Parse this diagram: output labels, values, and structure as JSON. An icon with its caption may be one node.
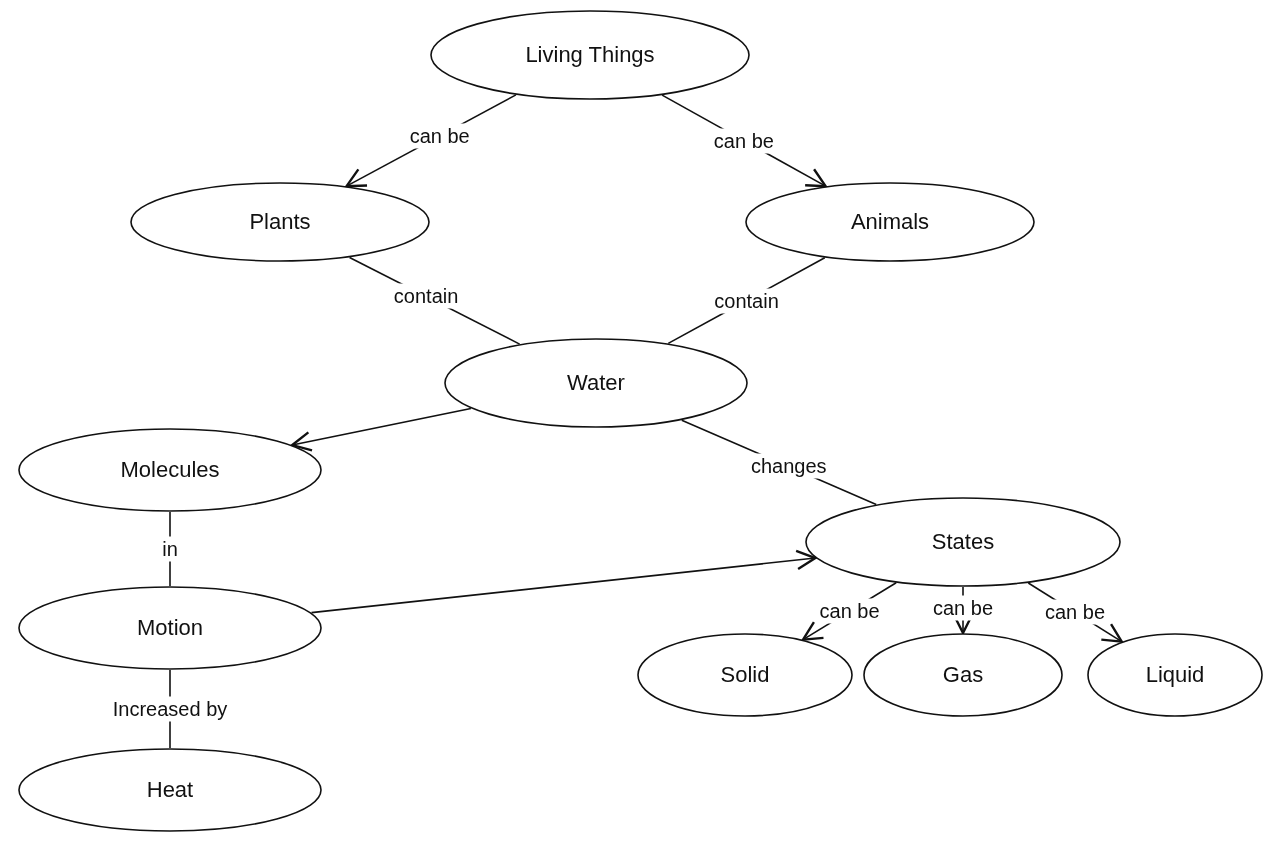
{
  "diagram": {
    "nodes": [
      {
        "text": [
          "Living Things"
        ]
      },
      {
        "text": [
          "Plants"
        ]
      },
      {
        "text": [
          "Animals"
        ]
      },
      {
        "text": [
          "Water"
        ]
      },
      {
        "text": [
          "Molecules"
        ]
      },
      {
        "text": [
          "States"
        ]
      },
      {
        "text": [
          "Motion"
        ]
      },
      {
        "text": [
          "Solid"
        ]
      },
      {
        "text": [
          "Gas"
        ]
      },
      {
        "text": [
          "Liquid"
        ]
      },
      {
        "text": [
          "Heat"
        ]
      }
    ],
    "edges": [
      {
        "from": 0,
        "to": 1,
        "arrow": "to",
        "label": "can be"
      },
      {
        "from": 0,
        "to": 2,
        "arrow": "to",
        "label": "can be"
      },
      {
        "from": 1,
        "to": 3,
        "arrow": "none",
        "label": "contain"
      },
      {
        "from": 2,
        "to": 3,
        "arrow": "none",
        "label": "contain"
      },
      {
        "from": 3,
        "to": 4,
        "arrow": "to"
      },
      {
        "from": 3,
        "to": 5,
        "arrow": "none",
        "label": "changes"
      },
      {
        "from": 4,
        "to": 6,
        "arrow": "none",
        "label": "in"
      },
      {
        "from": 6,
        "to": 5,
        "arrow": "to"
      },
      {
        "from": 6,
        "to": 10,
        "arrow": "none",
        "label": "Increased by"
      },
      {
        "from": 5,
        "to": 7,
        "arrow": "to",
        "label": "can be"
      },
      {
        "from": 5,
        "to": 8,
        "arrow": "to",
        "label": "can be"
      },
      {
        "from": 5,
        "to": 9,
        "arrow": "to",
        "label": "can be"
      }
    ]
  }
}
